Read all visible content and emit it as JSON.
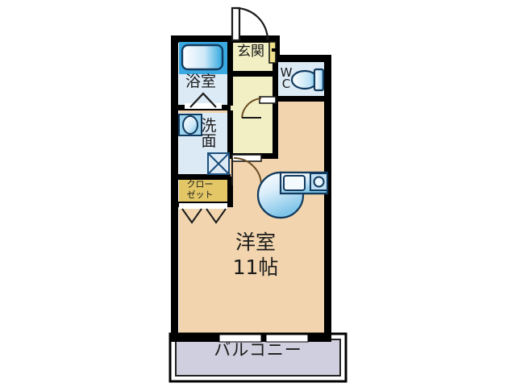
{
  "plan": {
    "kind": "floor-plan",
    "unit_layout": "1R",
    "rooms": [
      {
        "id": "genkan",
        "label": "玄関",
        "meaning": "entrance",
        "fill": "#f2efc4"
      },
      {
        "id": "bath",
        "label": "浴室",
        "meaning": "bathroom",
        "fill": "#dceaf6"
      },
      {
        "id": "wc",
        "label": "WC",
        "meaning": "toilet",
        "fill": "#dceaf6"
      },
      {
        "id": "senmen",
        "label": "洗面",
        "meaning": "washbasin",
        "fill": "#dceaf6"
      },
      {
        "id": "closet",
        "label": "クローゼット",
        "meaning": "closet",
        "fill": "#e3c767"
      },
      {
        "id": "room",
        "label": "洋室",
        "meaning": "western-room",
        "fill": "#f2d5ae"
      },
      {
        "id": "balcony",
        "label": "バルコニー",
        "meaning": "balcony",
        "fill": "#cfcfdf"
      }
    ],
    "labels": {
      "genkan": "玄関",
      "bath": "浴室",
      "wc_line1": "W",
      "wc_line2": "C",
      "senmen_line1": "洗",
      "senmen_line2": "面",
      "closet_line1": "クロー",
      "closet_line2": "ゼット",
      "room_name": "洋室",
      "room_size": "11帖",
      "balcony": "バルコニー"
    },
    "colors": {
      "wall": "#000000",
      "room_floor": "#f2d5ae",
      "entry_floor": "#f2efc4",
      "wet_floor": "#dceaf6",
      "closet_floor": "#e3c767",
      "balcony_floor": "#cfcfdf",
      "fixture_outline": "#1d4f7c",
      "fixture_fill_light": "#cfe8f8",
      "fixture_fill_mid": "#8ec9ea",
      "door_arc": "#6b4a20",
      "background": "#ffffff",
      "text": "#1a1a1a"
    },
    "fixtures": [
      {
        "name": "bathtub",
        "room": "bath"
      },
      {
        "name": "toilet",
        "room": "wc"
      },
      {
        "name": "washbasin-sink",
        "room": "senmen"
      },
      {
        "name": "washer-space",
        "room": "senmen"
      },
      {
        "name": "kitchen-counter",
        "room": "room"
      },
      {
        "name": "kitchen-sink",
        "room": "room"
      },
      {
        "name": "stove-burner",
        "room": "room"
      }
    ],
    "openings": [
      {
        "name": "entrance-door",
        "type": "swing-door-outward"
      },
      {
        "name": "wc-door",
        "type": "swing-door"
      },
      {
        "name": "hall-to-room-door",
        "type": "swing-door"
      },
      {
        "name": "bath-door",
        "type": "folding-door"
      },
      {
        "name": "closet-doors",
        "type": "folding-door-pair"
      },
      {
        "name": "balcony-window-left",
        "type": "sliding-window"
      },
      {
        "name": "balcony-window-right",
        "type": "sliding-window"
      }
    ]
  }
}
